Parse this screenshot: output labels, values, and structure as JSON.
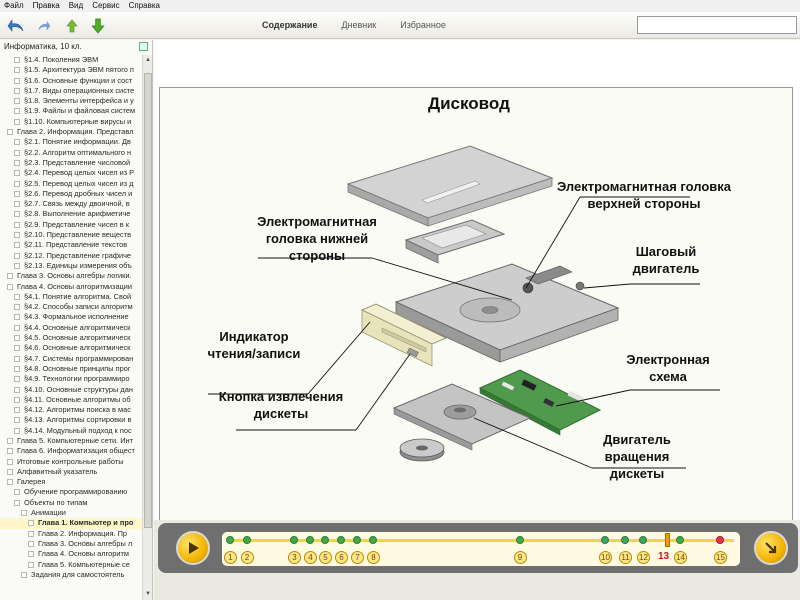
{
  "menu": [
    "Файл",
    "Правка",
    "Вид",
    "Сервис",
    "Справка"
  ],
  "tabs": [
    {
      "label": "Содержание",
      "active": true
    },
    {
      "label": "Дневник",
      "active": false
    },
    {
      "label": "Избранное",
      "active": false
    }
  ],
  "search": {
    "value": ""
  },
  "sidebar": {
    "title": "Информатика, 10 кл.",
    "items": [
      {
        "label": "§1.4. Поколения ЭВМ",
        "level": 1
      },
      {
        "label": "§1.5. Архитектура ЭВМ пятого п",
        "level": 1
      },
      {
        "label": "§1.6. Основные функции и сост",
        "level": 1
      },
      {
        "label": "§1.7. Виды операционных систе",
        "level": 1
      },
      {
        "label": "§1.8. Элементы интерфейса и у",
        "level": 1
      },
      {
        "label": "§1.9. Файлы и файловая систем",
        "level": 1
      },
      {
        "label": "§1.10. Компьютерные вирусы и",
        "level": 1
      },
      {
        "label": "Глава 2. Информация. Представл",
        "level": 0
      },
      {
        "label": "§2.1. Понятие информации. Дв",
        "level": 1
      },
      {
        "label": "§2.2. Алгоритм оптимального н",
        "level": 1
      },
      {
        "label": "§2.3. Представление числовой",
        "level": 1
      },
      {
        "label": "§2.4. Перевод целых чисел из Р",
        "level": 1
      },
      {
        "label": "§2.5. Перевод целых чисел из д",
        "level": 1
      },
      {
        "label": "§2.6. Перевод дробных чисел и",
        "level": 1
      },
      {
        "label": "§2.7. Связь между двоичной, в",
        "level": 1
      },
      {
        "label": "§2.8. Выполнение арифметиче",
        "level": 1
      },
      {
        "label": "§2.9. Представление чисел в к",
        "level": 1
      },
      {
        "label": "§2.10. Представление веществ",
        "level": 1
      },
      {
        "label": "§2.11. Представление текстов",
        "level": 1
      },
      {
        "label": "§2.12. Представление графиче",
        "level": 1
      },
      {
        "label": "§2.13. Единицы измерения объ",
        "level": 1
      },
      {
        "label": "Глава 3. Основы алгебры логики.",
        "level": 0
      },
      {
        "label": "Глава 4. Основы алгоритмизации",
        "level": 0
      },
      {
        "label": "§4.1. Понятие алгоритма. Свой",
        "level": 1
      },
      {
        "label": "§4.2. Способы записи алгоритм",
        "level": 1
      },
      {
        "label": "§4.3. Формальное исполнение",
        "level": 1
      },
      {
        "label": "§4.4. Основные алгоритмическ",
        "level": 1
      },
      {
        "label": "§4.5. Основные алгоритмическ",
        "level": 1
      },
      {
        "label": "§4.6. Основные алгоритмическ",
        "level": 1
      },
      {
        "label": "§4.7. Системы программирован",
        "level": 1
      },
      {
        "label": "§4.8. Основные принципы прог",
        "level": 1
      },
      {
        "label": "§4.9. Технологии программиро",
        "level": 1
      },
      {
        "label": "§4.10. Основные структуры дан",
        "level": 1
      },
      {
        "label": "§4.11. Основные алгоритмы об",
        "level": 1
      },
      {
        "label": "§4.12. Алгоритмы поиска в мас",
        "level": 1
      },
      {
        "label": "§4.13. Алгоритмы сортировки в",
        "level": 1
      },
      {
        "label": "§4.14. Модульный подход к пос",
        "level": 1
      },
      {
        "label": "Глава 5. Компьютерные сети. Инт",
        "level": 0
      },
      {
        "label": "Глава 6. Информатизация общест",
        "level": 0
      },
      {
        "label": "Итоговые контрольные работы",
        "level": 0
      },
      {
        "label": "Алфавитный указатель",
        "level": 0
      },
      {
        "label": "Галерея",
        "level": 0
      },
      {
        "label": "Обучение программированию",
        "level": 1
      },
      {
        "label": "Объекты по типам",
        "level": 1
      },
      {
        "label": "Анимации",
        "level": 2
      },
      {
        "label": "Глава 1. Компьютер и про",
        "level": 3,
        "selected": true
      },
      {
        "label": "Глава 2. Информация. Пр",
        "level": 3
      },
      {
        "label": "Глава 3. Основы алгебры л",
        "level": 3
      },
      {
        "label": "Глава 4. Основы алгоритм",
        "level": 3
      },
      {
        "label": "Глава 5. Компьютерные се",
        "level": 3
      },
      {
        "label": "Задания для самостоятель",
        "level": 2
      }
    ]
  },
  "illustration": {
    "title": "Дисковод",
    "labels": {
      "head_top": "Электромагнитная головка верхней стороны",
      "head_bottom": "Электромагнитная головка нижней стороны",
      "stepper": "Шаговый двигатель",
      "indicator": "Индикатор чтения/записи",
      "eject": "Кнопка извлечения дискеты",
      "circuit": "Электронная схема",
      "motor": "Двигатель вращения дискеты"
    }
  },
  "player": {
    "current": 13,
    "total": 15,
    "frames": [
      1,
      2,
      3,
      4,
      5,
      6,
      7,
      8,
      9,
      10,
      11,
      12,
      13,
      14,
      15
    ]
  },
  "colors": {
    "accent": "#f3b400",
    "progress": "#3fa84c",
    "current": "#d4101a"
  }
}
